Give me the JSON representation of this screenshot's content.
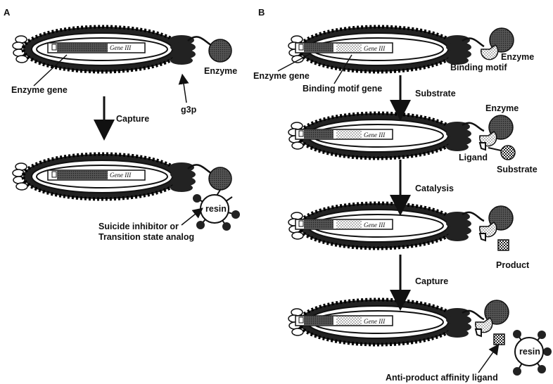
{
  "panels": {
    "a": "A",
    "b": "B"
  },
  "gene_label": "Gene III",
  "panel_a": {
    "enzyme_gene": "Enzyme gene",
    "g3p": "g3p",
    "enzyme": "Enzyme",
    "capture": "Capture",
    "resin": "resin",
    "inhibitor_line1": "Suicide inhibitor or",
    "inhibitor_line2": "Transition state analog"
  },
  "panel_b": {
    "enzyme": "Enzyme",
    "binding_motif": "Binding motif",
    "enzyme_gene": "Enzyme gene",
    "binding_motif_gene": "Binding motif gene",
    "substrate_step": "Substrate",
    "enzyme_2": "Enzyme",
    "ligand": "Ligand",
    "substrate": "Substrate",
    "catalysis": "Catalysis",
    "product": "Product",
    "capture": "Capture",
    "resin": "resin",
    "anti_product": "Anti-product affinity ligand"
  }
}
